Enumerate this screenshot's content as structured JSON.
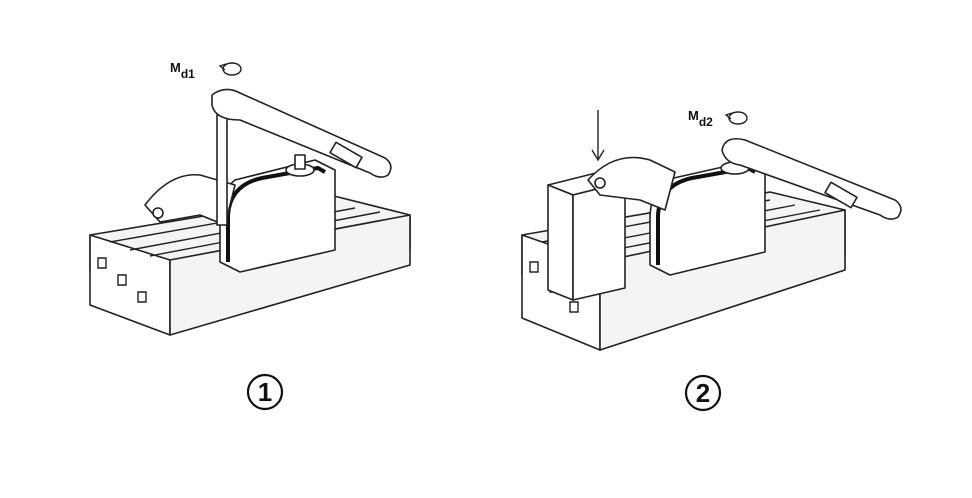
{
  "step1": {
    "number": "1",
    "torque_label": "M",
    "torque_subscript": "d1"
  },
  "step2": {
    "number": "2",
    "torque_label": "M",
    "torque_subscript": "d2"
  },
  "colors": {
    "line": "#222222",
    "fill": "#f4f4f4"
  }
}
